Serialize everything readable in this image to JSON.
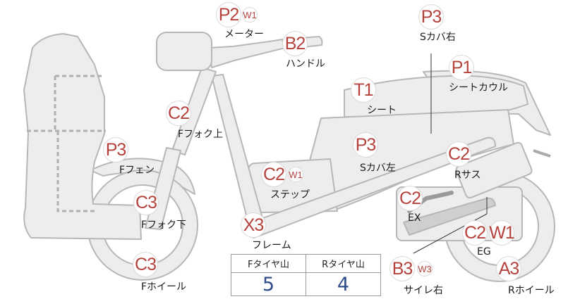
{
  "labels": {
    "meter": "メーター",
    "handle": "ハンドル",
    "s_cover_right": "Sカバ右",
    "seat_cowl": "シートカウル",
    "seat": "シート",
    "f_fork_upper": "Fフォク上",
    "f_fender": "Fフェン",
    "s_cover_left": "Sカバ左",
    "r_suspension": "Rサス",
    "step": "ステップ",
    "exhaust": "EX",
    "f_fork_lower": "Fフォク下",
    "frame": "フレーム",
    "engine": "EG",
    "f_wheel": "Fホイール",
    "muffler_right": "サイレ右",
    "r_wheel": "Rホイール"
  },
  "grades": {
    "meter": "P2",
    "meter_sub": "W1",
    "handle": "B2",
    "s_cover_right": "P3",
    "seat_cowl": "P1",
    "seat": "T1",
    "f_fork_upper": "C2",
    "f_fender": "P3",
    "s_cover_left": "P3",
    "r_suspension": "C2",
    "step": "C2",
    "step_sub": "W1",
    "exhaust": "C2",
    "f_fork_lower": "C3",
    "frame": "X3",
    "engine": "C2",
    "engine_sub": "W1",
    "f_wheel": "C3",
    "muffler_right": "B3",
    "muffler_right_sub": "W3",
    "r_wheel": "A3"
  },
  "tread": {
    "front_header": "Fタイヤ山",
    "rear_header": "Rタイヤ山",
    "front_value": "5",
    "rear_value": "4"
  },
  "colors": {
    "part_fill": "#ededed",
    "part_stroke": "#b7b7b7",
    "grade_text": "#b5423d",
    "tread_value": "#2e4d8a"
  }
}
